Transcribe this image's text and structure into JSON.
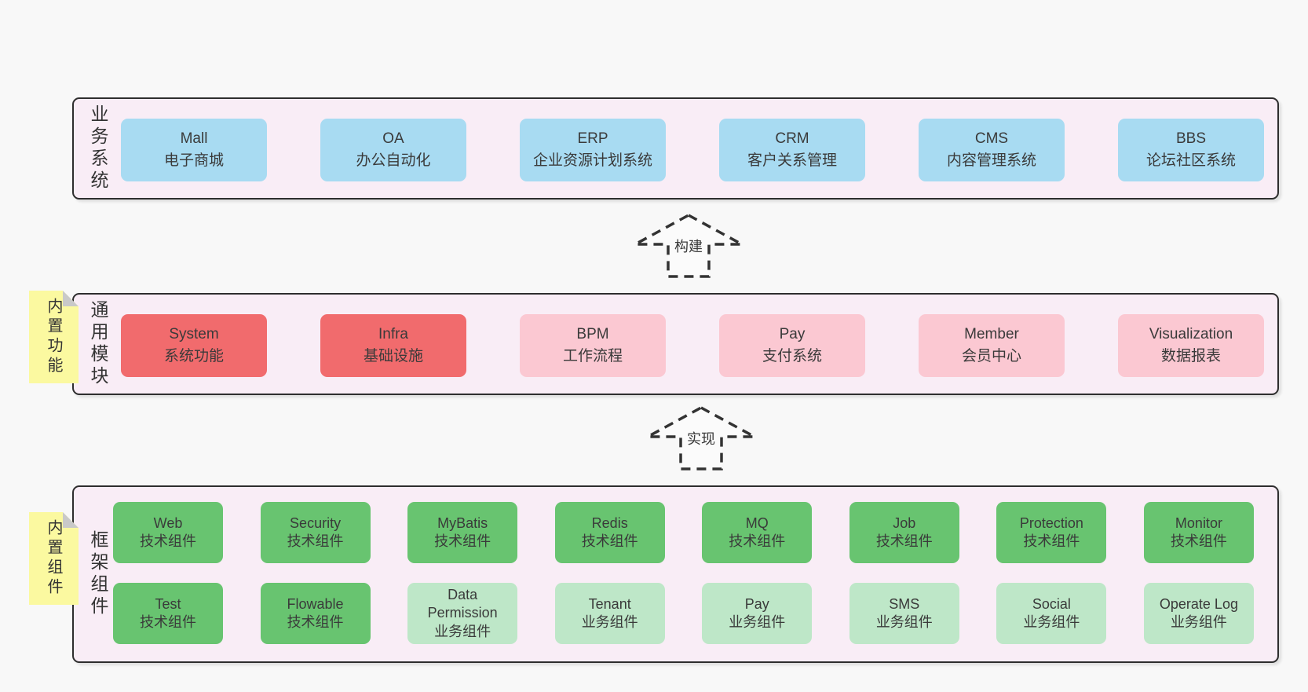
{
  "palette": {
    "page_background": "#f8f8f8",
    "band_fill": "#f9edf6",
    "band_border": "#2e2e2e",
    "blue": "#a8dbf2",
    "red": "#f16b6d",
    "pink": "#fbc8d2",
    "green_dark": "#68c470",
    "green_light": "#bee7c8",
    "sticky_yellow": "#fbf9a0",
    "fold_gray": "#c9c9c9",
    "text": "#333333",
    "arrow": "#333333"
  },
  "arrows": [
    {
      "label": "构建"
    },
    {
      "label": "实现"
    }
  ],
  "bands": [
    {
      "label": "业务系统",
      "boxes": [
        {
          "title": "Mall",
          "subtitle": "电子商城"
        },
        {
          "title": "OA",
          "subtitle": "办公自动化"
        },
        {
          "title": "ERP",
          "subtitle": "企业资源计划系统"
        },
        {
          "title": "CRM",
          "subtitle": "客户关系管理"
        },
        {
          "title": "CMS",
          "subtitle": "内容管理系统"
        },
        {
          "title": "BBS",
          "subtitle": "论坛社区系统"
        }
      ]
    },
    {
      "label": "通用模块",
      "sticky": "内置功能",
      "boxes": [
        {
          "title": "System",
          "subtitle": "系统功能"
        },
        {
          "title": "Infra",
          "subtitle": "基础设施"
        },
        {
          "title": "BPM",
          "subtitle": "工作流程"
        },
        {
          "title": "Pay",
          "subtitle": "支付系统"
        },
        {
          "title": "Member",
          "subtitle": "会员中心"
        },
        {
          "title": "Visualization",
          "subtitle": "数据报表"
        }
      ]
    },
    {
      "label": "框架组件",
      "sticky": "内置组件",
      "rows": [
        [
          {
            "title": "Web",
            "subtitle": "技术组件"
          },
          {
            "title": "Security",
            "subtitle": "技术组件"
          },
          {
            "title": "MyBatis",
            "subtitle": "技术组件"
          },
          {
            "title": "Redis",
            "subtitle": "技术组件"
          },
          {
            "title": "MQ",
            "subtitle": "技术组件"
          },
          {
            "title": "Job",
            "subtitle": "技术组件"
          },
          {
            "title": "Protection",
            "subtitle": "技术组件"
          },
          {
            "title": "Monitor",
            "subtitle": "技术组件"
          }
        ],
        [
          {
            "title": "Test",
            "subtitle": "技术组件"
          },
          {
            "title": "Flowable",
            "subtitle": "技术组件"
          },
          {
            "title": "Data Permission",
            "subtitle": "业务组件"
          },
          {
            "title": "Tenant",
            "subtitle": "业务组件"
          },
          {
            "title": "Pay",
            "subtitle": "业务组件"
          },
          {
            "title": "SMS",
            "subtitle": "业务组件"
          },
          {
            "title": "Social",
            "subtitle": "业务组件"
          },
          {
            "title": "Operate Log",
            "subtitle": "业务组件"
          }
        ]
      ]
    }
  ]
}
